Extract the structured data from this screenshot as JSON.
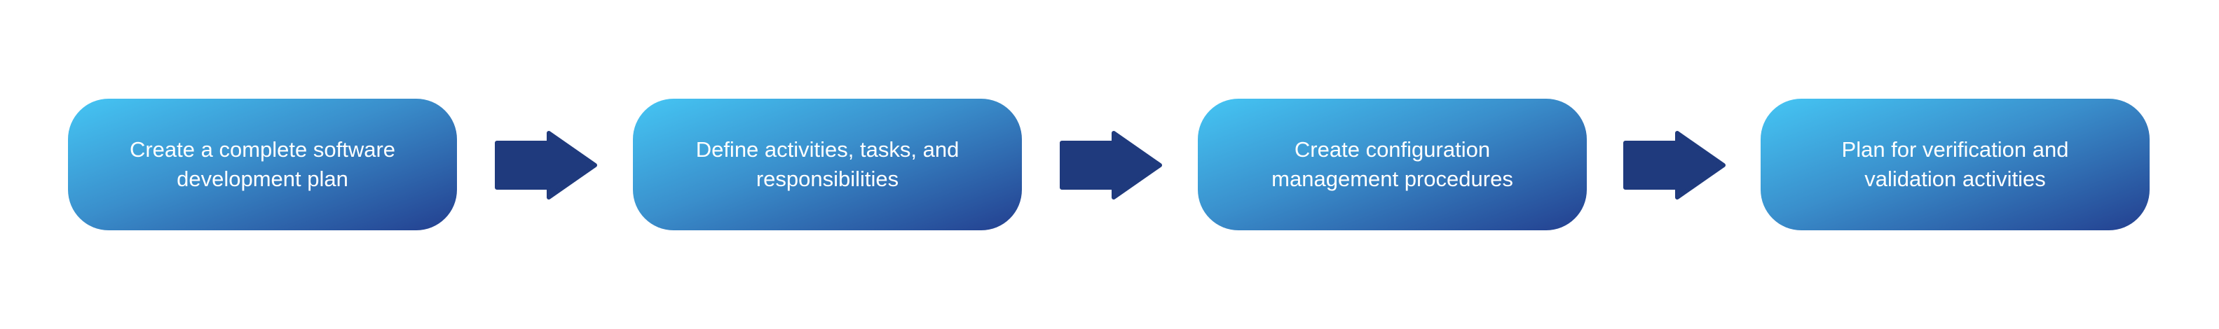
{
  "colors": {
    "gradient_start": "#45c6f4",
    "gradient_end": "#233f8f",
    "arrow": "#1f3a7d"
  },
  "steps": [
    {
      "label": "Create a complete software development plan"
    },
    {
      "label": "Define activities, tasks, and responsibilities"
    },
    {
      "label": "Create configuration management procedures"
    },
    {
      "label": "Plan for verification and validation activities"
    }
  ]
}
